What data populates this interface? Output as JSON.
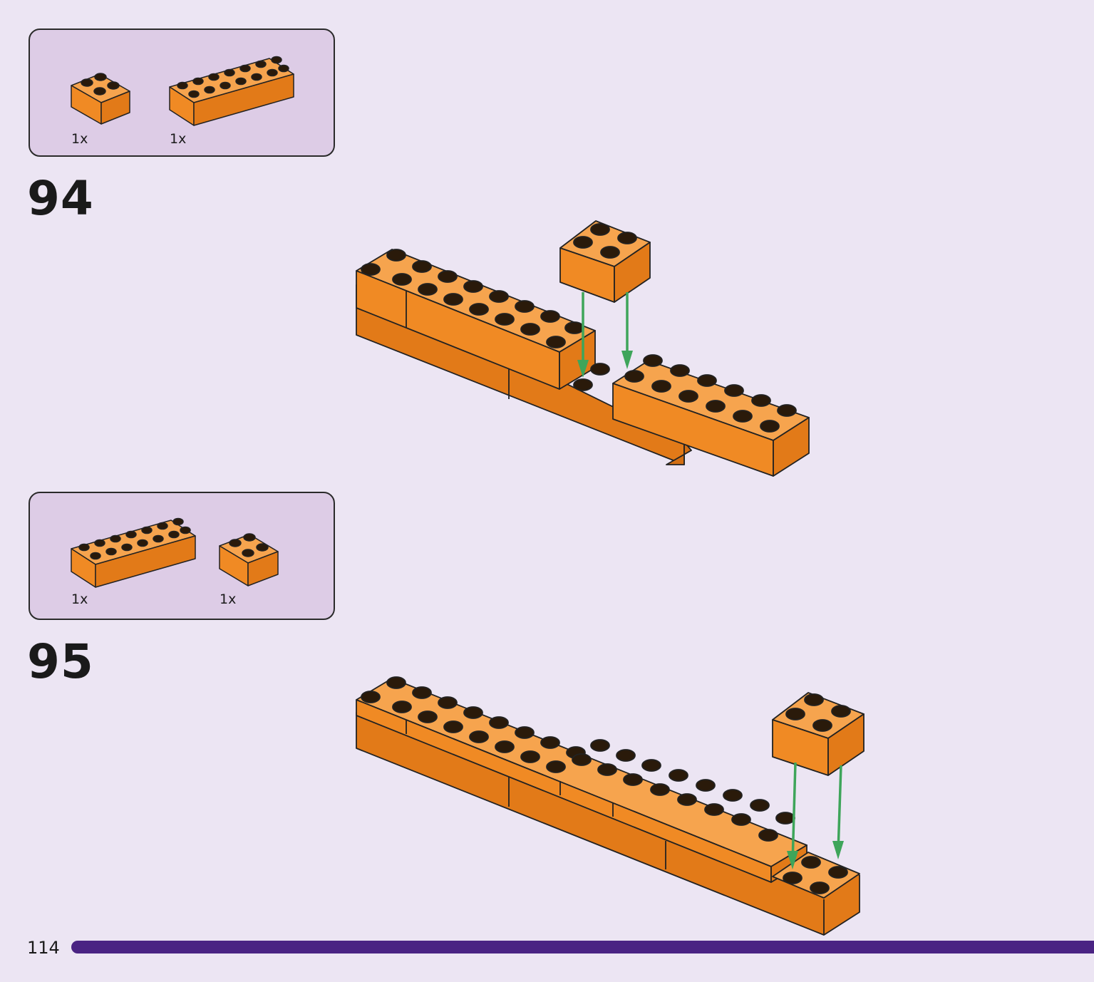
{
  "page_number": "114",
  "colors": {
    "background": "#ece5f3",
    "parts_box": "#ddcce6",
    "brick_orange": "#f08a24",
    "arrow_green": "#3ea55a",
    "footer_bar": "#4a2383"
  },
  "steps": [
    {
      "number": "94",
      "parts": [
        {
          "brick": "2x2-orange-brick-icon",
          "qty": "1x"
        },
        {
          "brick": "2x8-orange-brick-icon",
          "qty": "1x"
        }
      ]
    },
    {
      "number": "95",
      "parts": [
        {
          "brick": "2x8-orange-brick-icon",
          "qty": "1x"
        },
        {
          "brick": "2x2-orange-brick-icon",
          "qty": "1x"
        }
      ]
    }
  ]
}
